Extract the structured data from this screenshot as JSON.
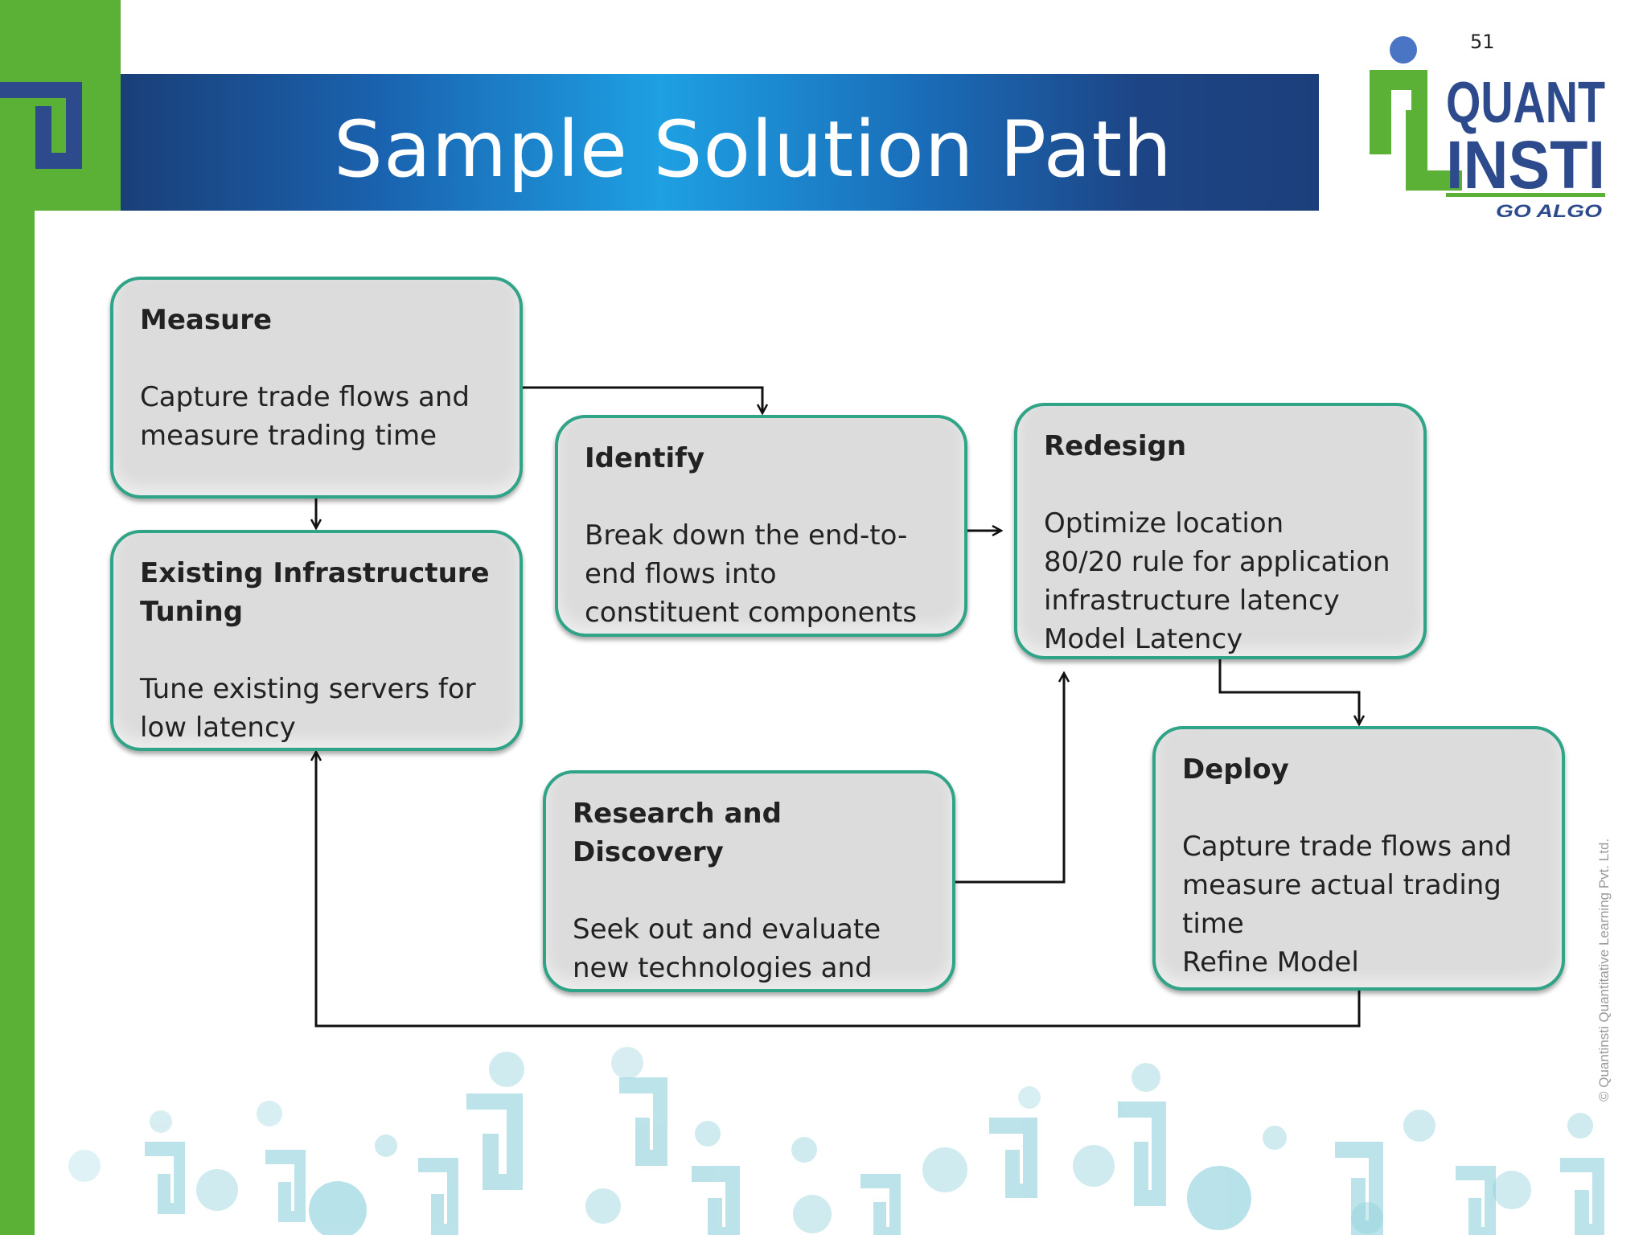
{
  "slide": {
    "title": "Sample Solution Path",
    "page_number": "51",
    "copyright": "© Quantinsti Quantitative Learning Pvt. Ltd."
  },
  "logo": {
    "line1": "QUANT",
    "line2": "INSTI",
    "tagline": "GO ALGO",
    "colors": {
      "green": "#5bb135",
      "navy": "#2c4a8c",
      "dot": "#4a74c4"
    }
  },
  "colors": {
    "box_fill": "#dcdcdd",
    "box_border": "#2fa487",
    "brand_green": "#5bb135",
    "arrow": "#111111"
  },
  "nodes": [
    {
      "id": "measure",
      "title": "Measure",
      "body": "Capture trade flows and\nmeasure trading time"
    },
    {
      "id": "existing-infra",
      "title": "Existing Infrastructure\nTuning",
      "body": "Tune existing servers for\nlow latency"
    },
    {
      "id": "identify",
      "title": "Identify",
      "body": "Break down the end-to-\nend flows into\nconstituent components"
    },
    {
      "id": "redesign",
      "title": "Redesign",
      "body": "Optimize  location\n80/20 rule for application\ninfrastructure latency\nModel Latency"
    },
    {
      "id": "research",
      "title": "Research and Discovery",
      "body": "Seek out and evaluate\nnew technologies and\nproducts"
    },
    {
      "id": "deploy",
      "title": "Deploy",
      "body": "Capture trade flows and\nmeasure actual trading\ntime\nRefine Model"
    }
  ],
  "edges": [
    {
      "from": "measure",
      "to": "identify"
    },
    {
      "from": "measure",
      "to": "existing-infra"
    },
    {
      "from": "identify",
      "to": "redesign"
    },
    {
      "from": "research",
      "to": "redesign"
    },
    {
      "from": "redesign",
      "to": "deploy"
    },
    {
      "from": "deploy",
      "to": "existing-infra"
    }
  ]
}
